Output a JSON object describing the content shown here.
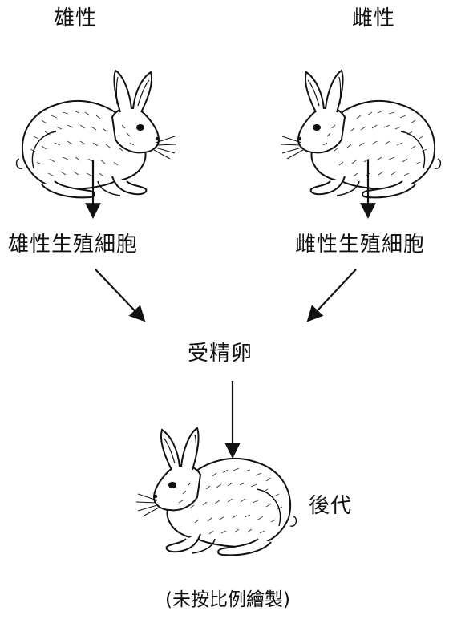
{
  "labels": {
    "male": "雄性",
    "female": "雌性",
    "male_gamete": "雄性生殖細胞",
    "female_gamete": "雌性生殖細胞",
    "zygote": "受精卵",
    "offspring": "後代",
    "note": "(未按比例繪製)"
  },
  "illustrations": {
    "male_rabbit": "rabbit-facing-right",
    "female_rabbit": "rabbit-facing-left",
    "offspring_rabbit": "rabbit-facing-left"
  }
}
